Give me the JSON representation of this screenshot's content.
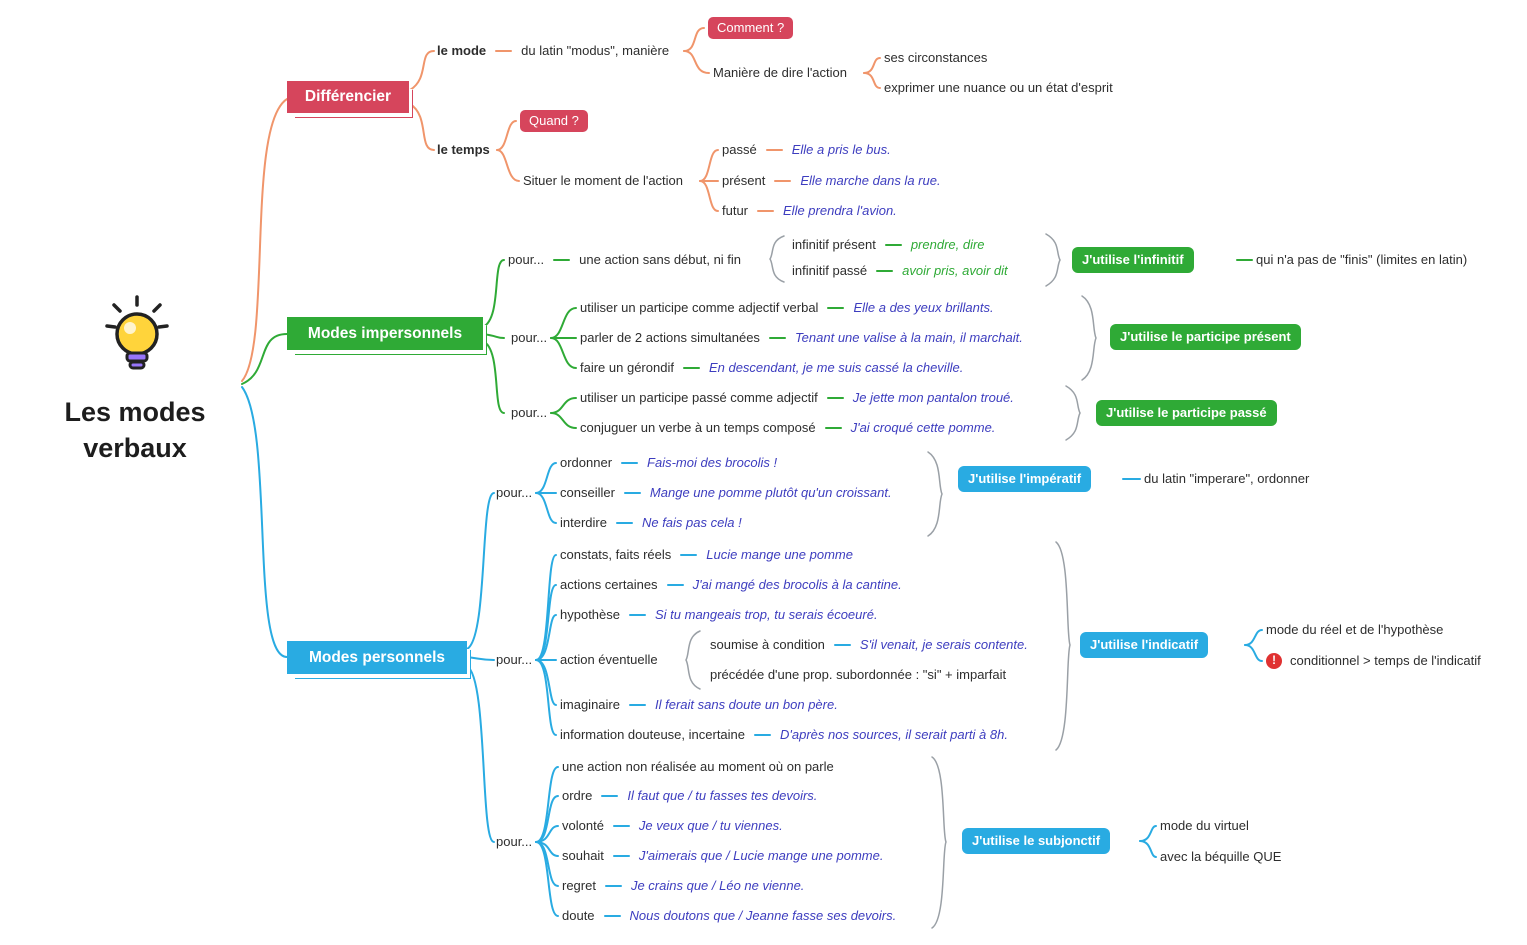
{
  "colors": {
    "red": "#D6455C",
    "green": "#2FAA36",
    "blue": "#29ABE2",
    "orange": "#F0956B",
    "example_blue": "#3D3DBF",
    "brace_gray": "#9AA0A6",
    "warning_red": "#E03131"
  },
  "root": {
    "title": "Les modes verbaux"
  },
  "differencier": {
    "title": "Différencier",
    "mode": {
      "label": "le mode",
      "definition": "du latin \"modus\", manière",
      "badge": "Comment ?",
      "maniere_label": "Manière de dire l'action",
      "maniere_items": [
        "ses circonstances",
        "exprimer une nuance ou un état d'esprit"
      ]
    },
    "temps": {
      "label": "le temps",
      "badge": "Quand ?",
      "situer_label": "Situer le moment de l'action",
      "items": [
        {
          "label": "passé",
          "example": "Elle a pris le bus."
        },
        {
          "label": "présent",
          "example": "Elle marche dans la rue."
        },
        {
          "label": "futur",
          "example": "Elle prendra l'avion."
        }
      ]
    }
  },
  "impersonnels": {
    "title": "Modes impersonnels",
    "infinitif": {
      "pour": "pour...",
      "parent": "une action sans début, ni fin",
      "items": [
        {
          "label": "infinitif présent",
          "example": "prendre, dire"
        },
        {
          "label": "infinitif passé",
          "example": "avoir pris, avoir dit"
        }
      ],
      "button": "J'utilise l'infinitif",
      "note": "qui n'a pas de \"finis\" (limites en latin)"
    },
    "participe_present": {
      "pour": "pour...",
      "items": [
        {
          "label": "utiliser un participe comme adjectif verbal",
          "example": "Elle a des yeux brillants."
        },
        {
          "label": "parler de 2 actions simultanées",
          "example": "Tenant une valise à la main, il marchait."
        },
        {
          "label": "faire un gérondif",
          "example": "En descendant, je me suis cassé la cheville."
        }
      ],
      "button": "J'utilise le participe présent"
    },
    "participe_passe": {
      "pour": "pour...",
      "items": [
        {
          "label": "utiliser un participe passé comme adjectif",
          "example": "Je jette mon pantalon troué."
        },
        {
          "label": "conjuguer un verbe à un temps composé",
          "example": "J'ai croqué cette pomme."
        }
      ],
      "button": "J'utilise le participe passé"
    }
  },
  "personnels": {
    "title": "Modes personnels",
    "imperatif": {
      "pour": "pour...",
      "items": [
        {
          "label": "ordonner",
          "example": "Fais-moi des brocolis !"
        },
        {
          "label": "conseiller",
          "example": "Mange une pomme plutôt qu'un croissant."
        },
        {
          "label": "interdire",
          "example": "Ne fais pas cela !"
        }
      ],
      "button": "J'utilise l'impératif",
      "note": "du latin \"imperare\", ordonner"
    },
    "indicatif": {
      "pour": "pour...",
      "items": [
        {
          "label": "constats, faits réels",
          "example": "Lucie mange une pomme"
        },
        {
          "label": "actions certaines",
          "example": "J'ai mangé des brocolis à la cantine."
        },
        {
          "label": "hypothèse",
          "example": "Si tu mangeais trop, tu serais écoeuré."
        },
        {
          "label": "action éventuelle"
        },
        {
          "label": "imaginaire",
          "example": "Il ferait sans doute un bon père."
        },
        {
          "label": "information douteuse, incertaine",
          "example": "D'après nos sources, il serait parti à 8h."
        }
      ],
      "sub_items": [
        {
          "label": "soumise à condition",
          "example": "S'il venait, je serais contente."
        },
        {
          "label": "précédée d'une prop. subordonnée : \"si\" + imparfait"
        }
      ],
      "button": "J'utilise l'indicatif",
      "notes": [
        "mode du réel et de l'hypothèse",
        "conditionnel > temps de l'indicatif"
      ]
    },
    "subjonctif": {
      "pour": "pour...",
      "items": [
        {
          "label": "une action non réalisée au moment où on parle"
        },
        {
          "label": "ordre",
          "example": "Il faut que / tu fasses tes devoirs."
        },
        {
          "label": "volonté",
          "example": "Je veux que / tu viennes."
        },
        {
          "label": "souhait",
          "example": "J'aimerais que / Lucie mange une pomme."
        },
        {
          "label": "regret",
          "example": "Je crains que / Léo ne vienne."
        },
        {
          "label": "doute",
          "example": "Nous doutons que / Jeanne fasse ses devoirs."
        }
      ],
      "button": "J'utilise le subjonctif",
      "notes": [
        "mode du virtuel",
        "avec la béquille QUE"
      ]
    }
  }
}
